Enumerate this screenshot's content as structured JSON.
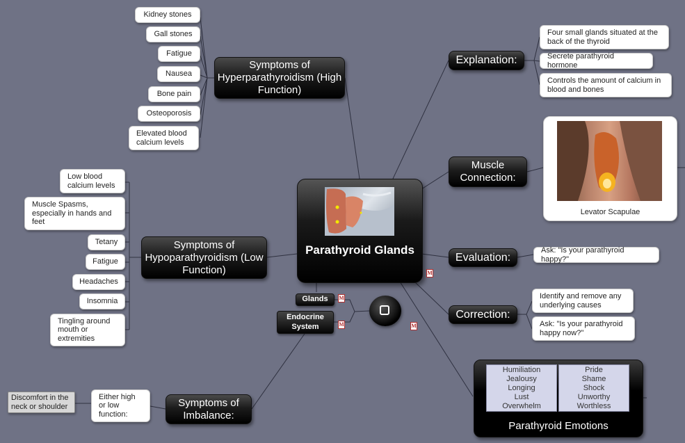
{
  "central": {
    "title": "Parathyroid Glands"
  },
  "branches": {
    "hyper": "Symptoms of Hyperparathyroidism (High Function)",
    "hypo": "Symptoms of Hypoparathyroidism (Low Function)",
    "imbalance": "Symptoms of Imbalance:",
    "explanation": "Explanation:",
    "muscle": "Muscle Connection:",
    "evaluation": "Evaluation:",
    "correction": "Correction:"
  },
  "hyper_items": [
    "Kidney stones",
    "Gall stones",
    "Fatigue",
    "Nausea",
    "Bone pain",
    "Osteoporosis",
    "Elevated blood calcium levels"
  ],
  "hypo_items": [
    "Low blood calcium levels",
    "Muscle Spasms, especially in hands and feet",
    "Tetany",
    "Fatigue",
    "Headaches",
    "Insomnia",
    "Tingling around mouth or extremities"
  ],
  "explanation_items": [
    "Four small glands situated at the back of the thyroid",
    "Secrete parathyroid hormone",
    "Controls the amount of calcium in blood and bones"
  ],
  "evaluation_items": [
    "Ask: \"Is your parathyroid happy?\""
  ],
  "correction_items": [
    "Identify and remove any underlying causes",
    "Ask: \"Is your parathyroid happy now?\""
  ],
  "muscle_caption": "Levator Scapulae",
  "imbalance_item": "Either high or low function:",
  "imbalance_note": "Discomfort in the neck or shoulder",
  "tags": {
    "glands": "Glands",
    "endocrine": "Endocrine System"
  },
  "memo_glyph": "M",
  "emotions": {
    "caption": "Parathyroid Emotions",
    "left": [
      "Humiliation",
      "Jealousy",
      "Longing",
      "Lust",
      "Overwhelm"
    ],
    "right": [
      "Pride",
      "Shame",
      "Shock",
      "Unworthy",
      "Worthless"
    ]
  },
  "colors": {
    "background": "#6f7285",
    "node": "#000000",
    "emotion_box": "#d4d6ea"
  }
}
